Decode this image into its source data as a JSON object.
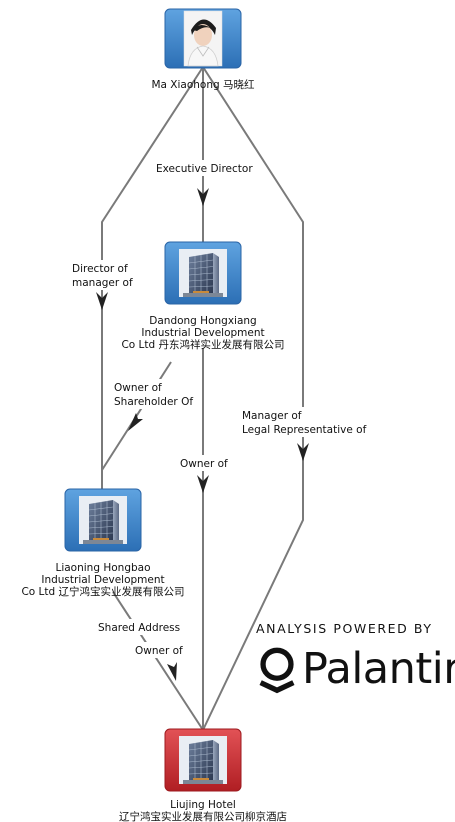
{
  "nodes": {
    "person": {
      "name": "Ma Xiaohong 马晓红",
      "icon": "person-photo-icon",
      "border_color": "#3a82c8"
    },
    "dandong": {
      "name_lines": [
        "Dandong Hongxiang",
        "Industrial Development",
        "Co Ltd 丹东鸿祥实业发展有限公司"
      ],
      "icon": "building-icon",
      "border_color": "#3a82c8"
    },
    "liaoning": {
      "name_lines": [
        "Liaoning Hongbao",
        "Industrial Development",
        "Co Ltd 辽宁鸿宝实业发展有限公司"
      ],
      "icon": "building-icon",
      "border_color": "#3a82c8"
    },
    "hotel": {
      "name_lines": [
        "Liujing Hotel",
        "辽宁鸿宝实业发展有限公司柳京酒店"
      ],
      "icon": "building-icon",
      "border_color": "#c8262b"
    }
  },
  "edges": {
    "person_dandong": [
      "Executive Director"
    ],
    "person_liaoning": [
      "Director of",
      "manager of"
    ],
    "person_hotel": [
      "Manager of",
      "Legal Representative of"
    ],
    "dandong_liaoning": [
      "Owner of",
      "Shareholder Of"
    ],
    "dandong_hotel": [
      "Owner of"
    ],
    "liaoning_hotel": [
      "Shared Address",
      "Owner of"
    ]
  },
  "branding": {
    "tagline": "ANALYSIS POWERED BY",
    "company": "Palantir",
    "icon": "palantir-logo-icon"
  },
  "colors": {
    "edge": "#7a7a7a",
    "node_blue": "#3a82c8",
    "node_red": "#c8262b"
  }
}
